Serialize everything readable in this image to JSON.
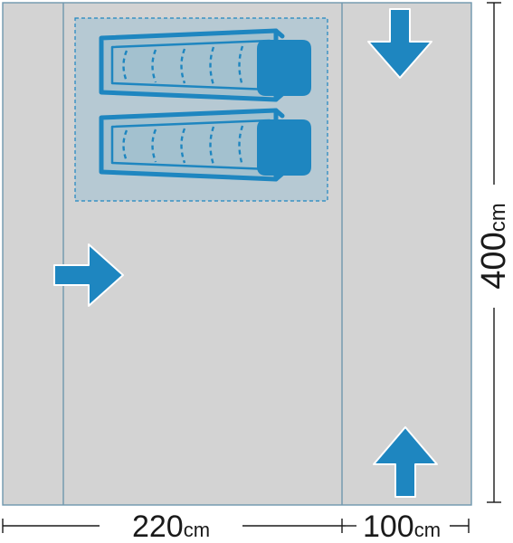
{
  "dimensions": {
    "width_main": {
      "value": "220",
      "unit": "cm"
    },
    "width_side": {
      "value": "100",
      "unit": "cm"
    },
    "height": {
      "value": "400",
      "unit": "cm"
    }
  },
  "colors": {
    "floor": "#d3d3d3",
    "outline": "#6f97ad",
    "bedroom": "#b6c9d3",
    "bed_fill": "#a3c1cf",
    "accent": "#1e86c0",
    "dimension_line": "#1a1a1a"
  },
  "icons": {
    "entrance_left": "arrow-right-icon",
    "entrance_top_right": "arrow-down-icon",
    "entrance_bottom_right": "arrow-up-icon",
    "bed_top": "sleeping-bag-icon",
    "bed_bottom": "sleeping-bag-icon"
  }
}
